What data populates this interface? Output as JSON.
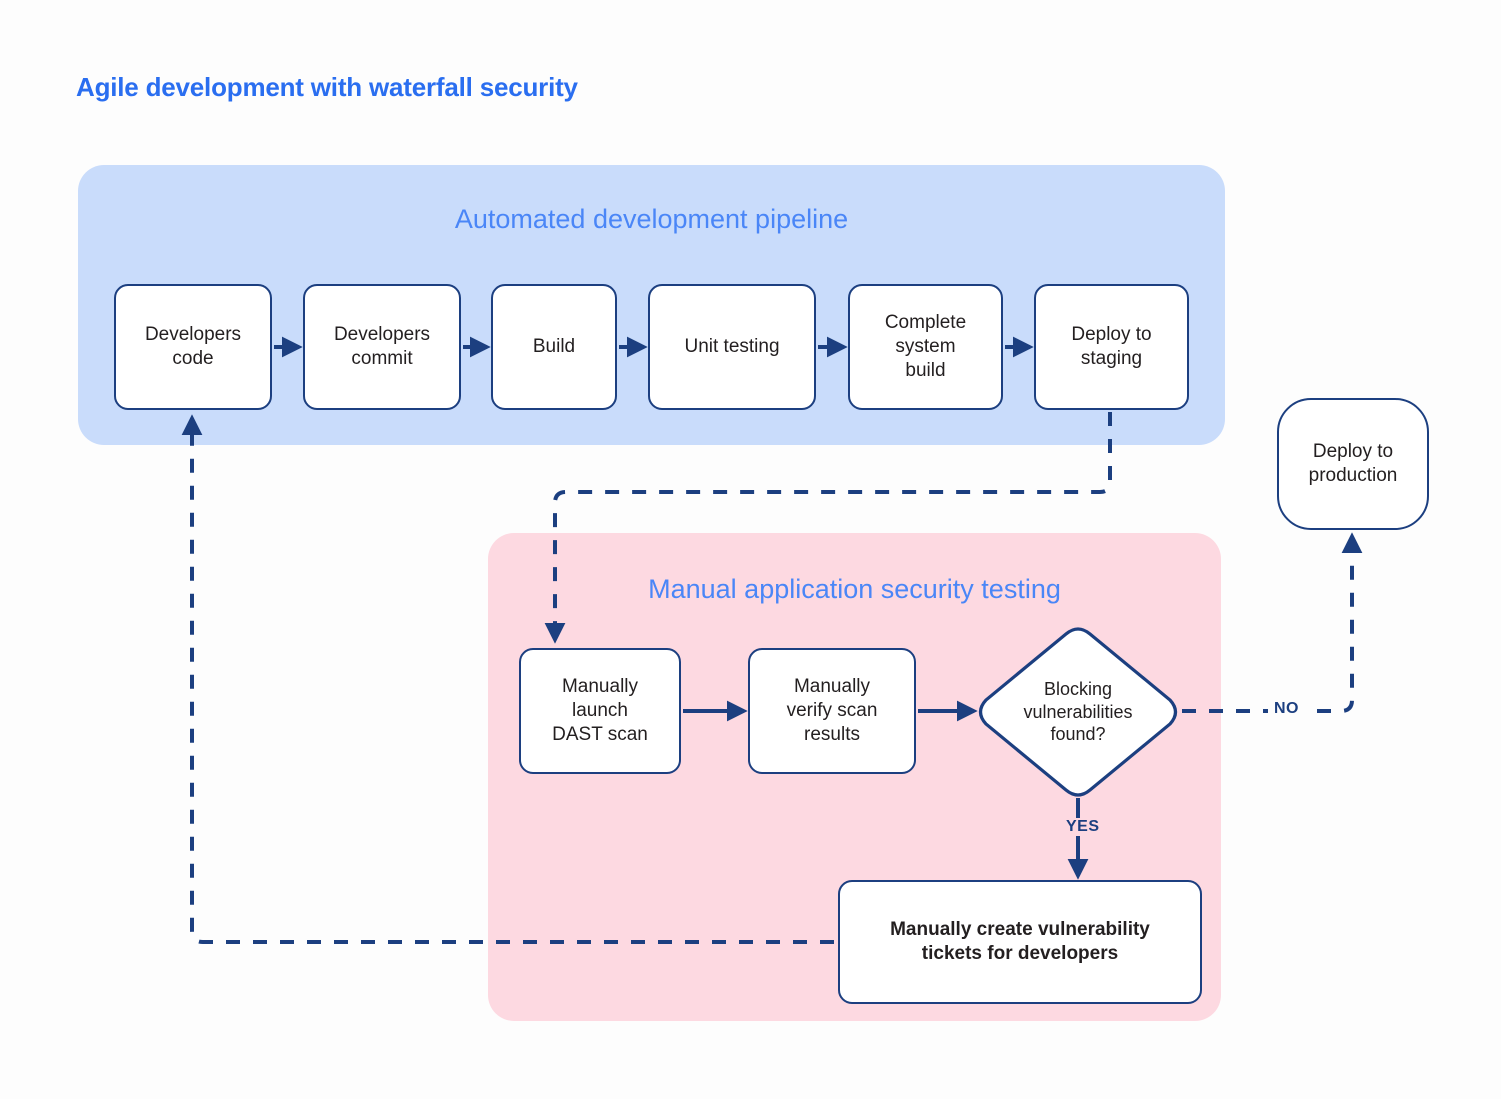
{
  "page": {
    "title": "Agile development with waterfall security",
    "background_color": "#fdfdfd",
    "title_color": "#2a6ef0"
  },
  "lanes": [
    {
      "id": "automated-development-pipeline",
      "title": "Automated development pipeline",
      "fill_color": "#c9dcfb",
      "title_color": "#4a86f7"
    },
    {
      "id": "manual-application-security-testing",
      "title": "Manual application security testing",
      "fill_color": "#fdd9e1",
      "title_color": "#4a86f7"
    }
  ],
  "pipeline_nodes": [
    {
      "id": "developers-code",
      "label": "Developers\ncode"
    },
    {
      "id": "developers-commit",
      "label": "Developers\ncommit"
    },
    {
      "id": "build",
      "label": "Build"
    },
    {
      "id": "unit-testing",
      "label": "Unit testing"
    },
    {
      "id": "complete-system-build",
      "label": "Complete\nsystem\nbuild"
    },
    {
      "id": "deploy-to-staging",
      "label": "Deploy to\nstaging"
    }
  ],
  "security_nodes": [
    {
      "id": "manually-launch-dast-scan",
      "label": "Manually\nlaunch\nDAST scan"
    },
    {
      "id": "manually-verify-scan-results",
      "label": "Manually\nverify scan\nresults"
    },
    {
      "id": "blocking-vulnerabilities-found",
      "label": "Blocking\nvulnerabilities\nfound?",
      "shape": "diamond"
    },
    {
      "id": "manually-create-vulnerability-tickets",
      "label": "Manually create vulnerability\ntickets for developers"
    }
  ],
  "external_nodes": [
    {
      "id": "deploy-to-production",
      "label": "Deploy to\nproduction"
    }
  ],
  "edge_labels": {
    "no": "NO",
    "yes": "YES"
  },
  "style": {
    "node_border_color": "#1c3f80",
    "node_fill_color": "#ffffff",
    "node_text_color": "#231f20",
    "connector_color": "#1c3f80"
  }
}
